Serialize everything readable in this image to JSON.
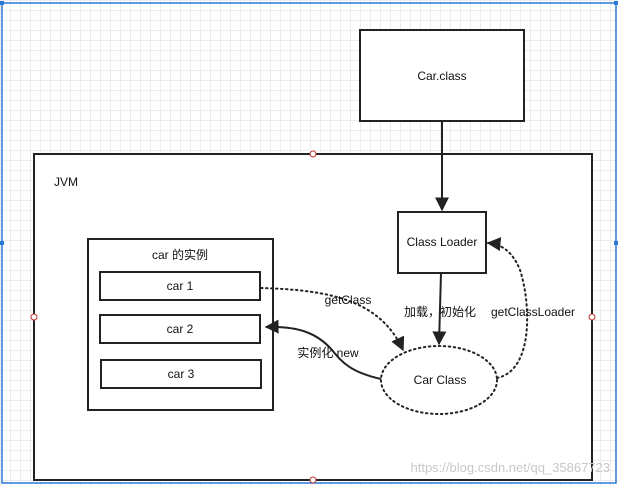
{
  "nodes": {
    "car_class_file": "Car.class",
    "jvm": "JVM",
    "class_loader": "Class Loader",
    "instances_title": "car 的实例",
    "car1": "car 1",
    "car2": "car 2",
    "car3": "car 3",
    "car_class": "Car Class"
  },
  "edges": {
    "get_class": "getClass",
    "load_init": "加载，初始化",
    "get_class_loader": "getClassLoader",
    "instantiate": "实例化 new"
  },
  "watermark": "https://blog.csdn.net/qq_35867723"
}
